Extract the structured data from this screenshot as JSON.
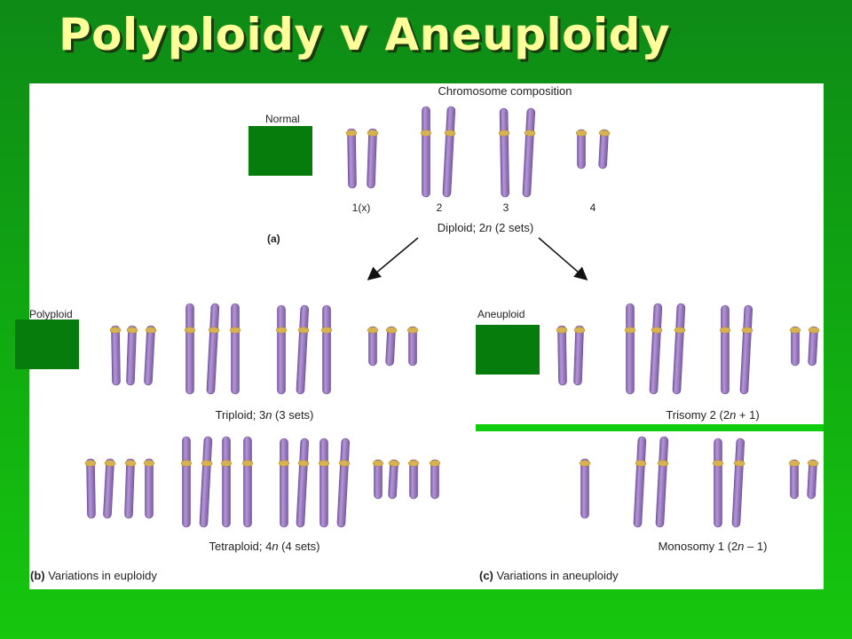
{
  "slide": {
    "title": "Polyploidy v Aneuploidy"
  },
  "figure": {
    "top_title": "Chromosome composition",
    "normal_label": "Normal",
    "polyploid_label": "Polyploid",
    "aneuploid_label": "Aneuploid",
    "part_a": {
      "tag": "(a)",
      "numbers": [
        "1(x)",
        "2",
        "3",
        "4"
      ],
      "caption": {
        "pre": "Diploid; 2",
        "n": "n",
        "post": " (2 sets)"
      }
    },
    "part_b": {
      "triploid": {
        "pre": "Triploid; 3",
        "n": "n",
        "post": " (3 sets)"
      },
      "tetraploid": {
        "pre": "Tetraploid; 4",
        "n": "n",
        "post": " (4 sets)"
      },
      "footer": {
        "tag": "(b)",
        "text": " Variations in euploidy"
      }
    },
    "part_c": {
      "trisomy": {
        "pre": "Trisomy 2 (2",
        "n": "n",
        "post": " + 1)"
      },
      "monosomy": {
        "pre": "Monosomy 1 (2",
        "n": "n",
        "post": " – 1)"
      },
      "footer": {
        "tag": "(c)",
        "text": " Variations in aneuploidy"
      }
    }
  },
  "colors": {
    "chromosome_fill": "#9d7cc0",
    "chromosome_dark": "#6e4f94",
    "centromere": "#d9b250",
    "mask_green": "#067c0c"
  }
}
